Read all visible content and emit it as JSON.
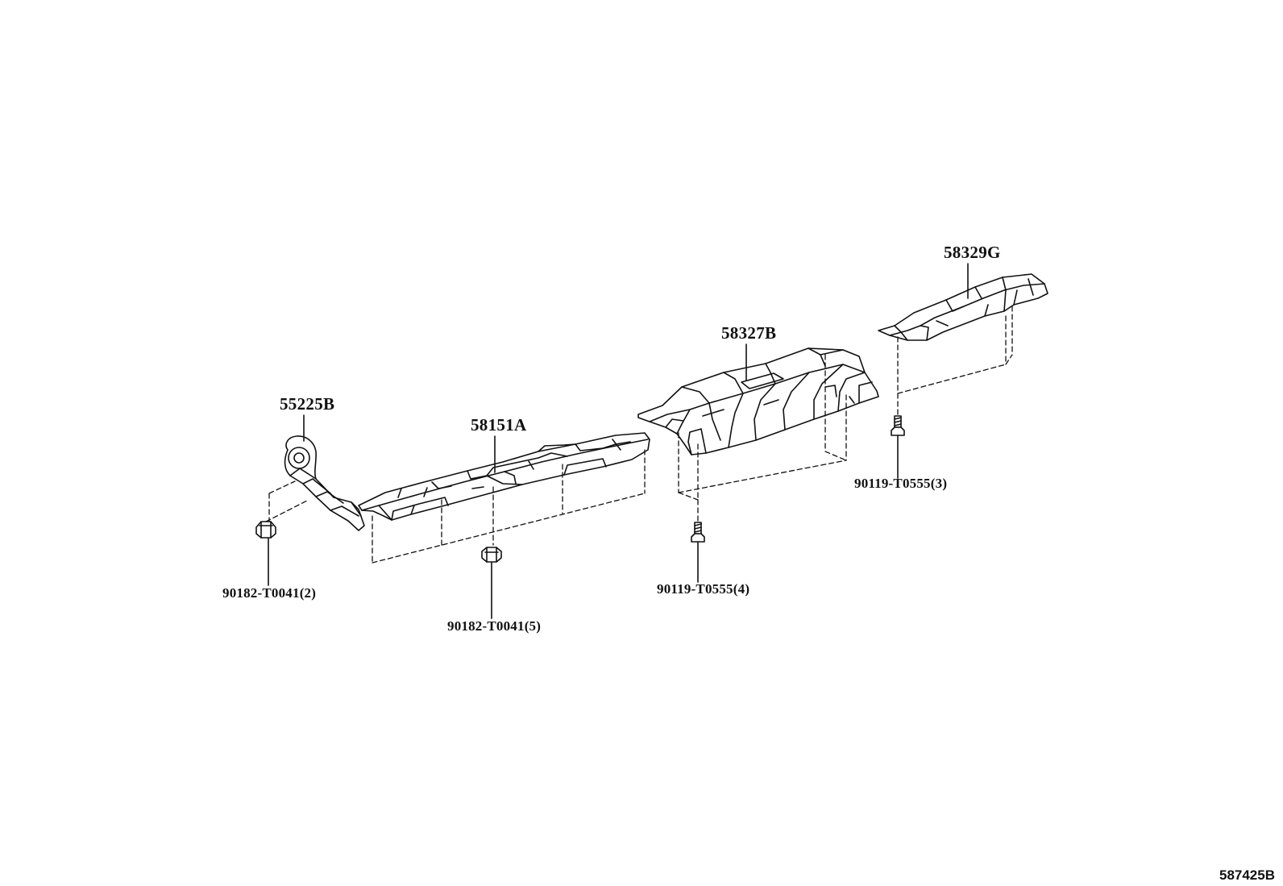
{
  "diagram_id": "587425B",
  "parts": {
    "p55225B": "55225B",
    "p58151A": "58151A",
    "p58327B": "58327B",
    "p58329G": "58329G"
  },
  "fasteners": {
    "f1": "90182-T0041(2)",
    "f2": "90182-T0041(5)",
    "f3": "90119-T0555(4)",
    "f4": "90119-T0555(3)"
  }
}
